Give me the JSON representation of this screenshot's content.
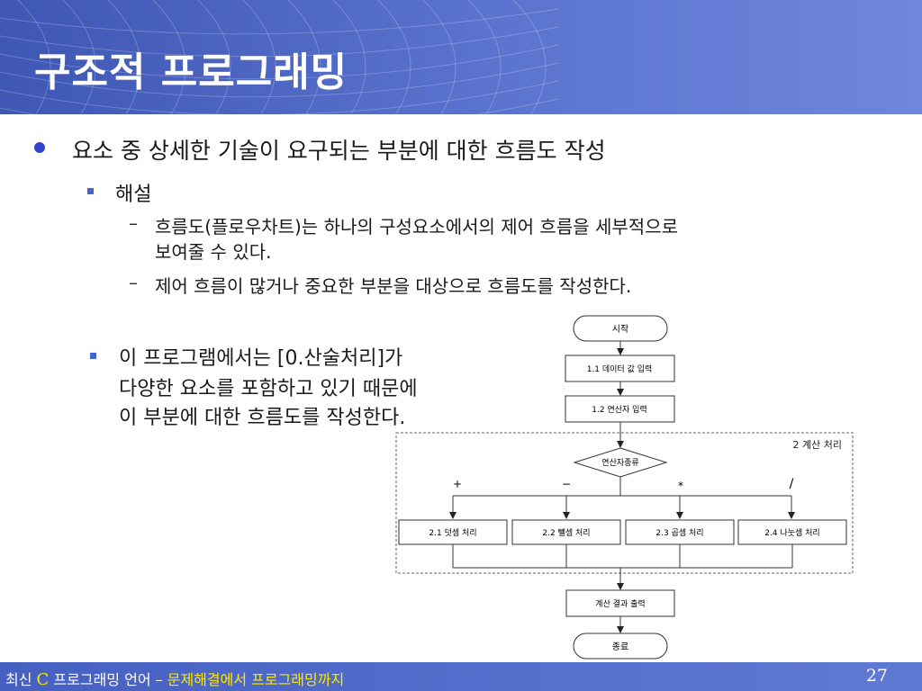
{
  "slide": {
    "title": "구조적 프로그래밍",
    "bullets": {
      "l1": "요소 중 상세한 기술이 요구되는 부분에 대한 흐름도 작성",
      "l2": "해설",
      "l3_a_line1": "흐름도(플로우차트)는 하나의 구성요소에서의 제어 흐름을 세부적으로",
      "l3_a_line2": "보여줄 수 있다.",
      "l3_b": "제어 흐름이 많거나 중요한 부분을 대상으로 흐름도를 작성한다.",
      "l2_b_line1": "이 프로그램에서는 [0.산술처리]가",
      "l2_b_line2": "다양한 요소를 포함하고 있기 때문에",
      "l2_b_line3": "이 부분에 대한 흐름도를 작성한다."
    },
    "dash_symbol": "–"
  },
  "flowchart": {
    "start": "시작",
    "step_input_data": "1.1 데이터 값 입력",
    "step_input_op": "1.2 연산자 입력",
    "group_label": "2 계산 처리",
    "decision": "연산자종류",
    "branches": [
      "+",
      "−",
      "*",
      "/"
    ],
    "ops": [
      "2.1 덧셈 처리",
      "2.2 뺄셈 처리",
      "2.3 곱셈 처리",
      "2.4 나눗셈 처리"
    ],
    "output": "계산 결과 출력",
    "end": "종료"
  },
  "footer": {
    "prefix": "최신",
    "c": "C",
    "middle": "프로그래밍 언어 –",
    "highlight": "문제해결에서 프로그래밍까지",
    "page": "27"
  },
  "colors": {
    "header": "#4b64c4",
    "bullet": "#3344cc",
    "footer_highlight": "#ffe800"
  }
}
